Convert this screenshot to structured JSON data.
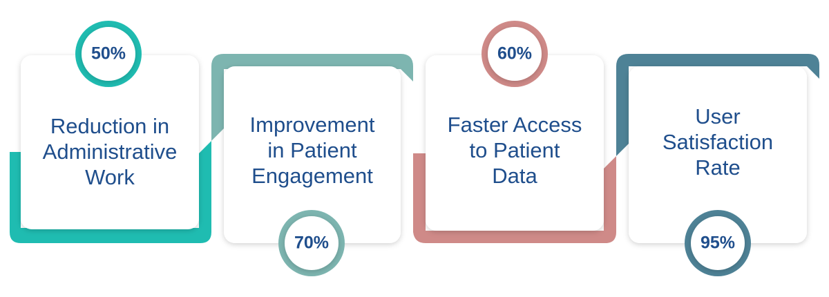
{
  "colors": {
    "teal": "#1fbcb1",
    "sage": "#7db5b0",
    "rose": "#cf8a88",
    "steel": "#4e8296",
    "text": "#1f4e8c",
    "card": "#ffffff"
  },
  "cards": [
    {
      "id": "administrative",
      "percent": "50%",
      "lines": [
        "Reduction in",
        "Administrative",
        "Work"
      ],
      "color_key": "teal",
      "circle_position": "top"
    },
    {
      "id": "engagement",
      "percent": "70%",
      "lines": [
        "Improvement",
        "in Patient",
        "Engagement"
      ],
      "color_key": "sage",
      "circle_position": "bottom"
    },
    {
      "id": "data-access",
      "percent": "60%",
      "lines": [
        "Faster Access",
        "to Patient",
        "Data"
      ],
      "color_key": "rose",
      "circle_position": "top"
    },
    {
      "id": "satisfaction",
      "percent": "95%",
      "lines": [
        "User",
        "Satisfaction",
        "Rate"
      ],
      "color_key": "steel",
      "circle_position": "bottom"
    }
  ]
}
